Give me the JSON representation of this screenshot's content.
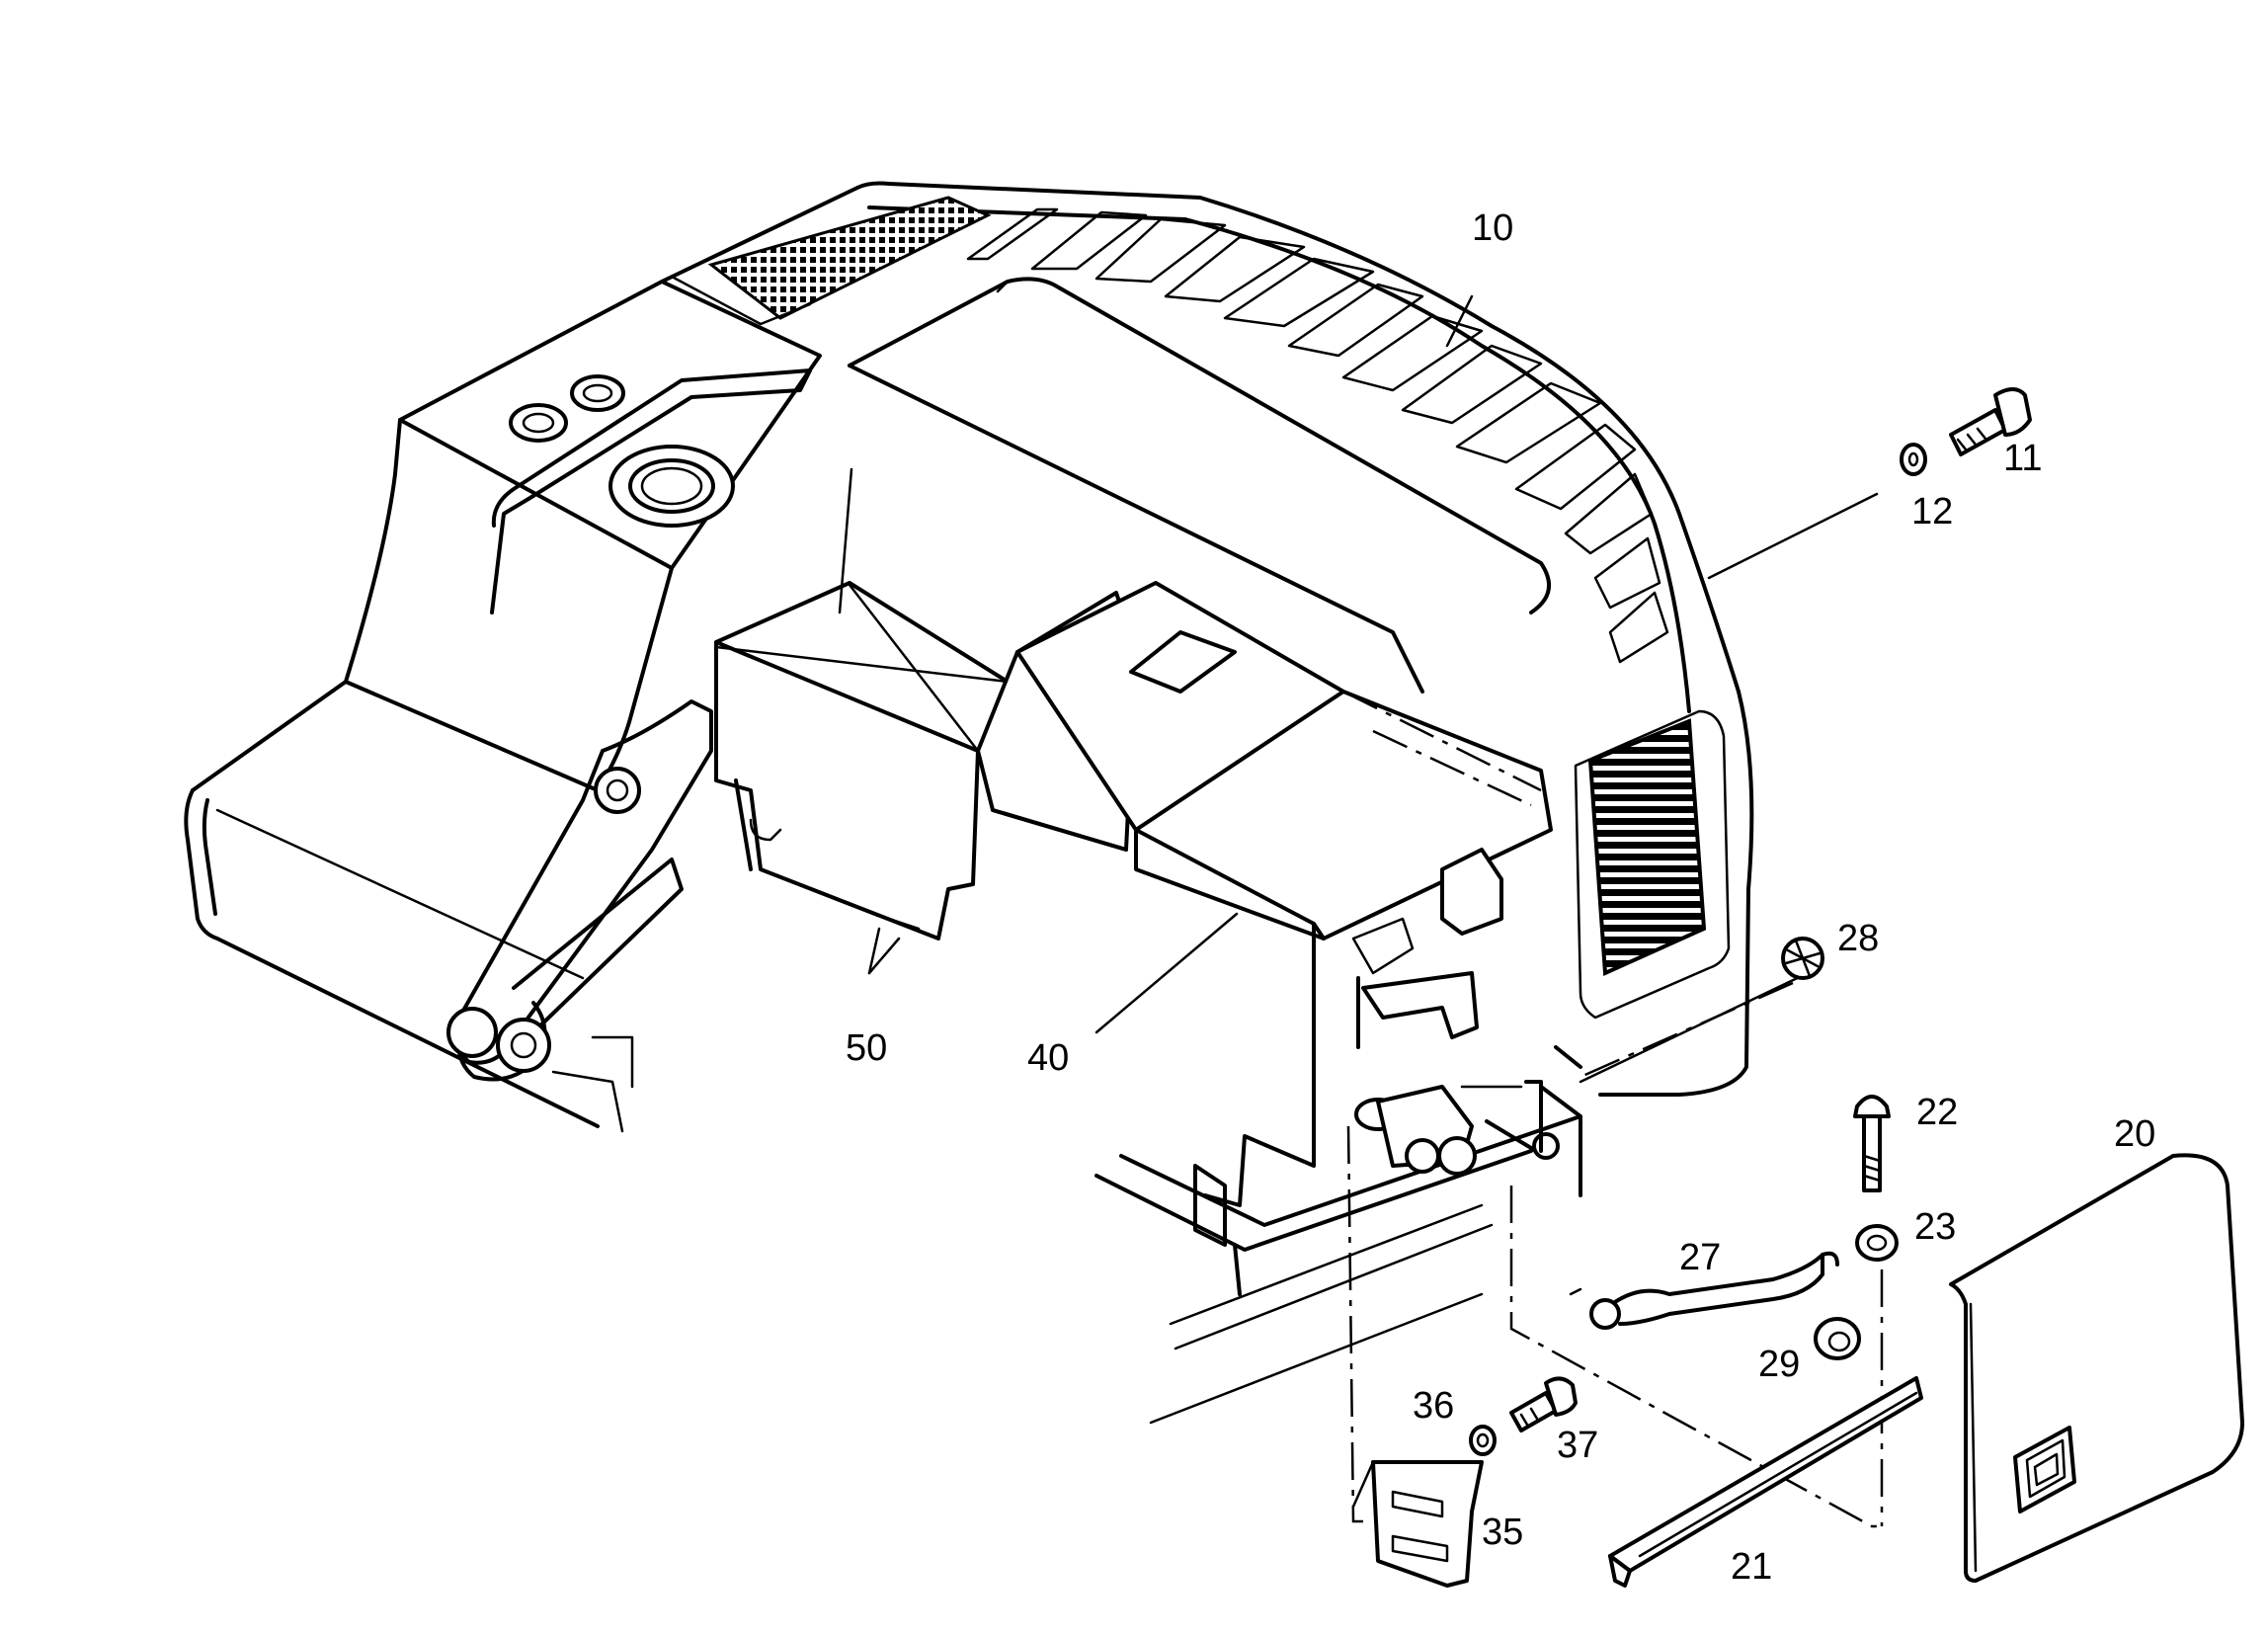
{
  "callouts": {
    "c10": "10",
    "c11": "11",
    "c12": "12",
    "c20": "20",
    "c21": "21",
    "c22": "22",
    "c23": "23",
    "c27": "27",
    "c28": "28",
    "c29": "29",
    "c35": "35",
    "c36": "36",
    "c37": "37",
    "c40": "40",
    "c50": "50"
  },
  "colors": {
    "ink": "#000000",
    "paper": "#ffffff"
  }
}
